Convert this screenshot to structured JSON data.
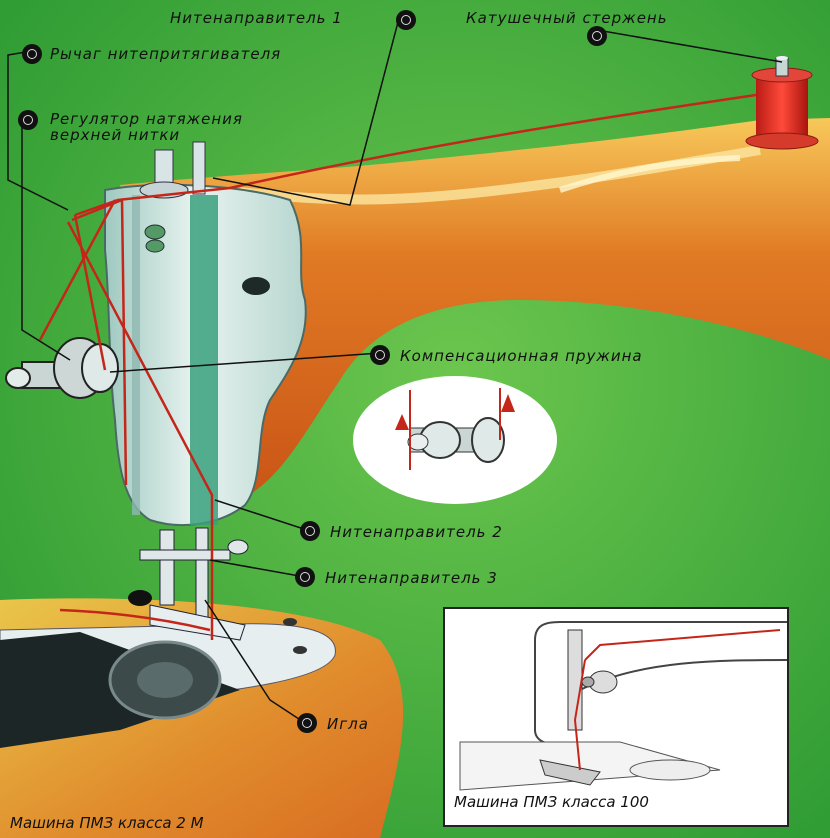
{
  "labels": {
    "thread_guide_1": "Нитенаправитель 1",
    "spool_pin": "Катушечный стержень",
    "take_up_lever": "Рычаг нитепритягивателя",
    "tension_regulator_line1": "Регулятор натяжения",
    "tension_regulator_line2": "верхней нитки",
    "compensation_spring": "Компенсационная пружина",
    "thread_guide_2": "Нитенаправитель 2",
    "thread_guide_3": "Нитенаправитель 3",
    "needle": "Игла"
  },
  "captions": {
    "main_machine": "Машина ПМЗ  класса 2 М",
    "inset_machine": "Машина ПМЗ   класса 100"
  },
  "colors": {
    "background_green": "#3fae3a",
    "machine_body_orange": "#d9621e",
    "thread_red": "#c4261a",
    "head_metal": "#cfe4e0",
    "leader_lines": "#111111"
  }
}
